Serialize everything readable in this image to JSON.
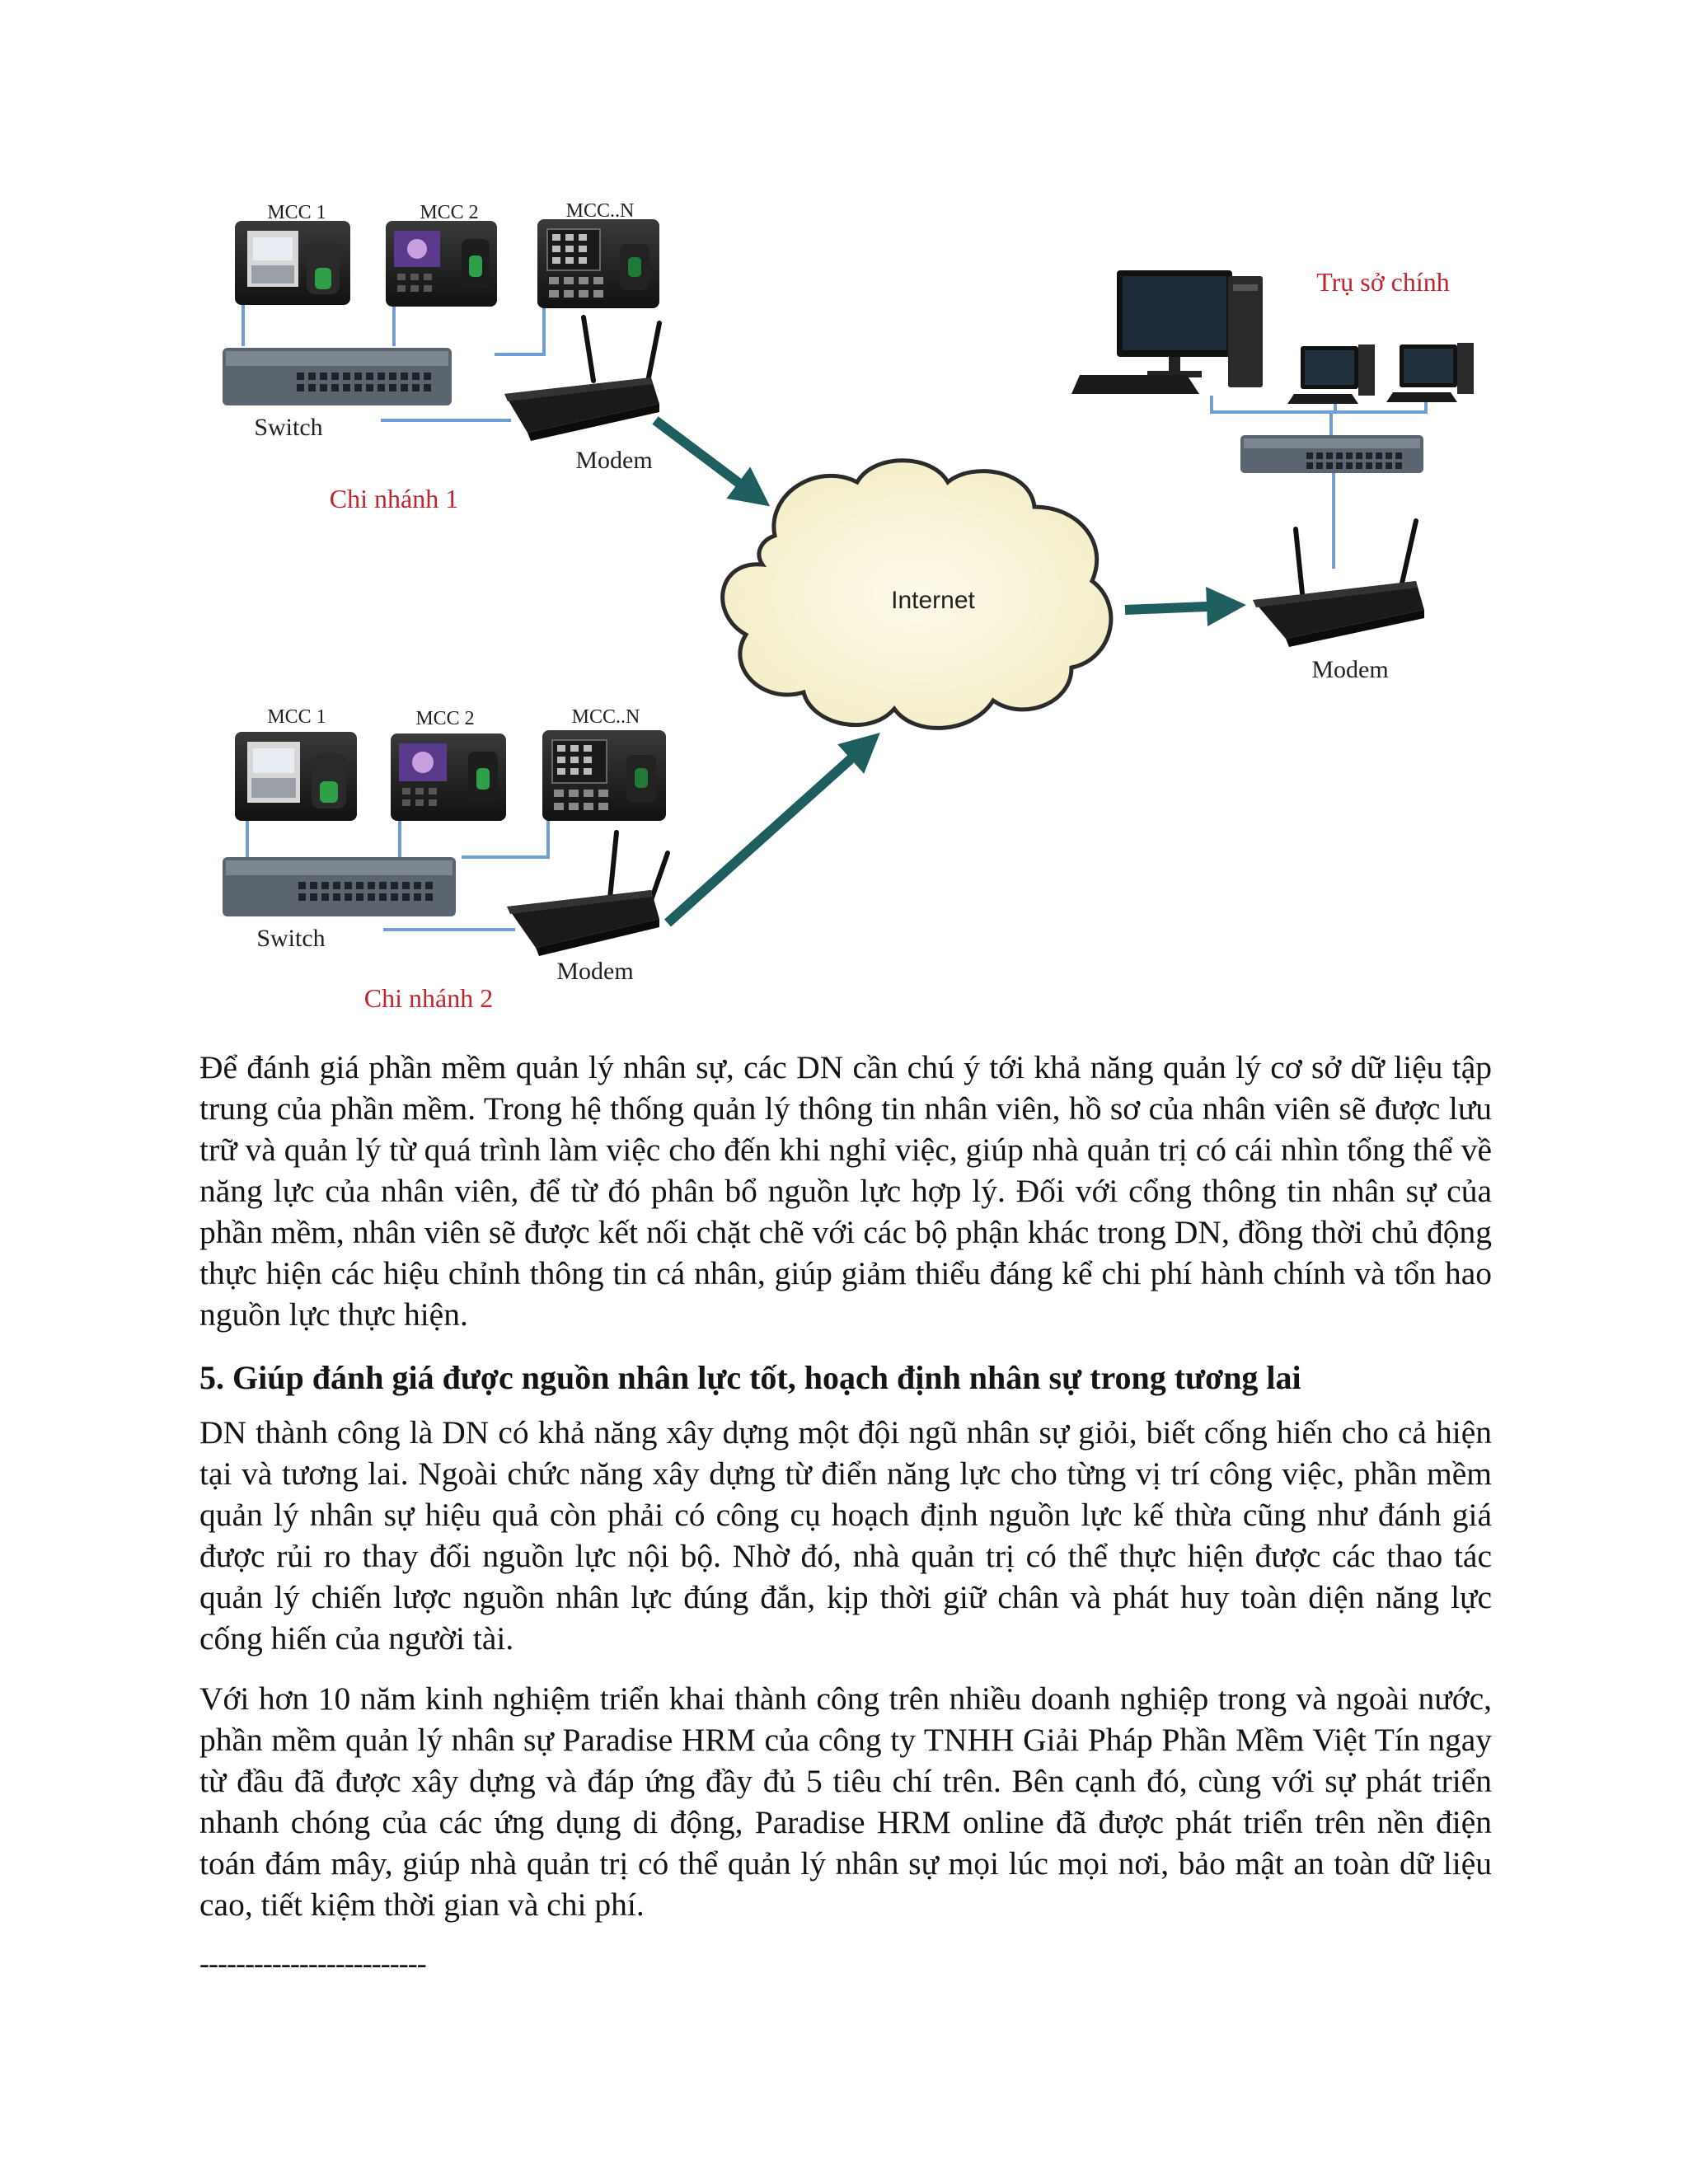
{
  "diagram": {
    "branch1": {
      "devices": [
        "MCC 1",
        "MCC 2",
        "MCC..N"
      ],
      "switch_label": "Switch",
      "modem_label": "Modem",
      "branch_label": "Chi nhánh 1"
    },
    "branch2": {
      "devices": [
        "MCC 1",
        "MCC 2",
        "MCC..N"
      ],
      "switch_label": "Switch",
      "modem_label": "Modem",
      "branch_label": "Chi nhánh 2"
    },
    "internet_label": "Internet",
    "hq": {
      "title": "Trụ sở chính",
      "modem_label": "Modem"
    }
  },
  "body": {
    "p1": "Để đánh giá phần mềm quản lý nhân sự, các DN cần chú ý tới khả năng quản lý cơ sở dữ liệu tập trung của phần mềm. Trong hệ thống quản lý thông tin nhân viên, hồ sơ của nhân viên sẽ được lưu trữ và quản lý từ quá trình làm việc cho đến khi nghỉ việc, giúp nhà quản trị có cái nhìn tổng thể về năng lực của nhân viên, để từ đó phân bổ nguồn lực hợp lý. Đối với cổng thông tin nhân sự của phần mềm, nhân viên sẽ được kết nối chặt chẽ với các bộ phận khác trong DN, đồng thời chủ động thực hiện các hiệu chỉnh thông tin cá nhân, giúp giảm thiểu đáng kể chi phí hành chính và tổn hao nguồn lực thực hiện.",
    "heading": "5. Giúp đánh giá được nguồn nhân lực tốt, hoạch định nhân sự trong tương lai",
    "p2": "DN thành công là DN có khả năng xây dựng một đội ngũ nhân sự giỏi, biết cống hiến cho cả hiện tại và tương lai. Ngoài chức năng xây dựng từ điển năng lực cho từng vị trí công việc, phần mềm quản lý nhân sự hiệu quả còn phải có công cụ hoạch định nguồn lực kế thừa cũng như đánh giá được rủi ro thay đổi nguồn lực nội bộ. Nhờ đó, nhà quản trị có thể thực hiện được các thao tác quản lý chiến lược nguồn nhân lực đúng đắn, kịp thời giữ chân và phát huy toàn diện năng lực cống hiến của người tài.",
    "p3": "Với hơn 10 năm kinh nghiệm triển khai thành công trên nhiều doanh nghiệp trong và ngoài nước, phần mềm quản lý nhân sự Paradise HRM của công ty TNHH Giải Pháp Phần Mềm Việt Tín ngay từ đầu đã được xây dựng và đáp ứng đầy đủ 5 tiêu chí trên. Bên cạnh đó, cùng với sự phát triển nhanh chóng của các ứng dụng di động, Paradise HRM online đã được phát triển trên nền điện toán đám mây, giúp nhà quản trị có thể quản lý nhân sự mọi lúc mọi nơi, bảo mật an toàn dữ liệu cao, tiết kiệm thời gian và chi phí.",
    "separator": "-------------------------"
  }
}
